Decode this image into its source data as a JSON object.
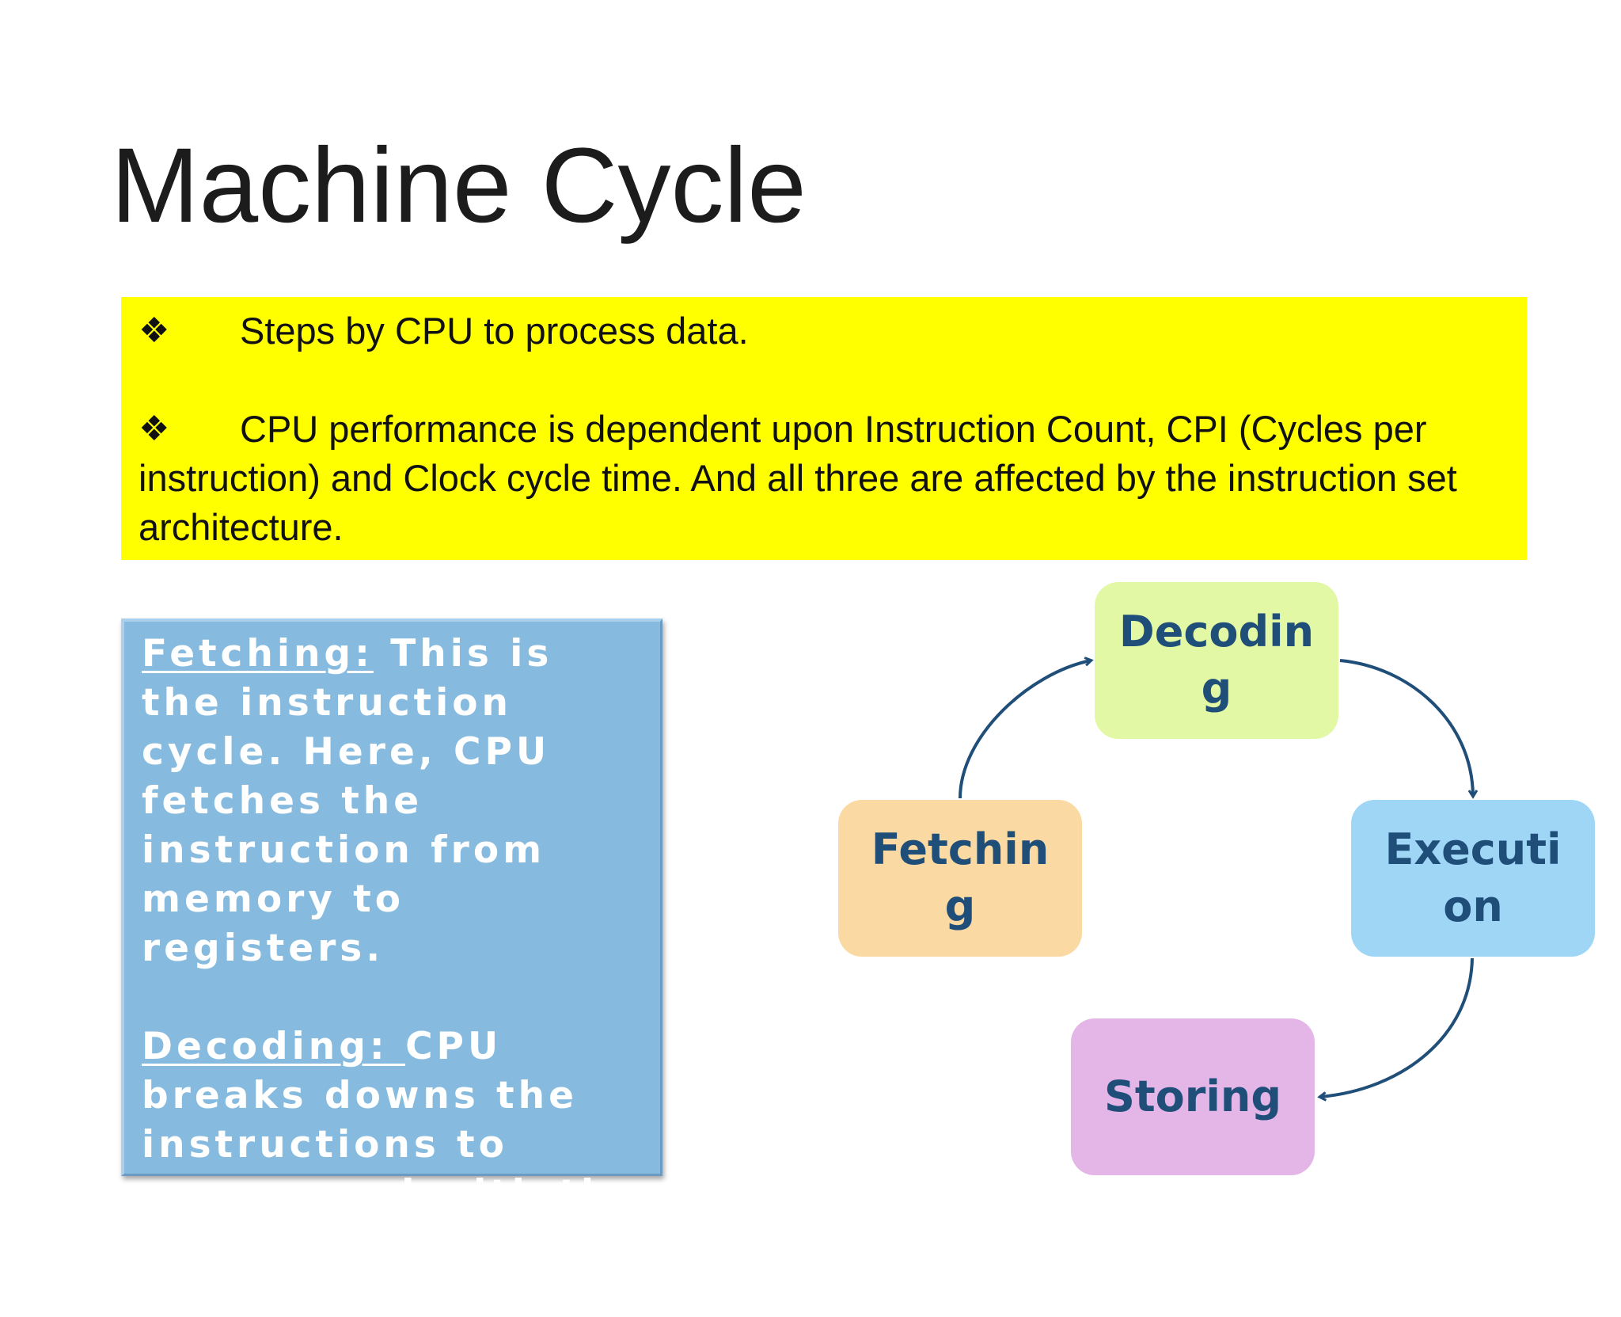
{
  "slide": {
    "title": "Machine Cycle"
  },
  "summary": {
    "bullet_1": "Steps by CPU to process data.",
    "bullet_2": "CPU performance is dependent upon Instruction Count, CPI (Cycles per instruction) and Clock cycle time. And all three are affected by the instruction set architecture."
  },
  "definitions": {
    "fetching_term": "Fetching:",
    "fetching_text": " This is the instruction cycle. Here, CPU fetches the instruction from memory to registers.",
    "decoding_term": "Decoding: ",
    "decoding_text": "CPU breaks downs the instructions to correspond with the CPU’s instruction set."
  },
  "cycle": {
    "decoding": "Decoding",
    "fetching": "Fetching",
    "execution": "Execution",
    "storing": "Storing"
  },
  "colors": {
    "highlight": "#ffff00",
    "definition_box": "#86bbdf",
    "arrow": "#1f4e79",
    "decoding": "#e2f8a5",
    "fetching": "#fadaa2",
    "execution": "#9fd6f6",
    "storing": "#e4b6e8"
  },
  "icons": {
    "bullet": "four-diamond-bullet-icon"
  }
}
